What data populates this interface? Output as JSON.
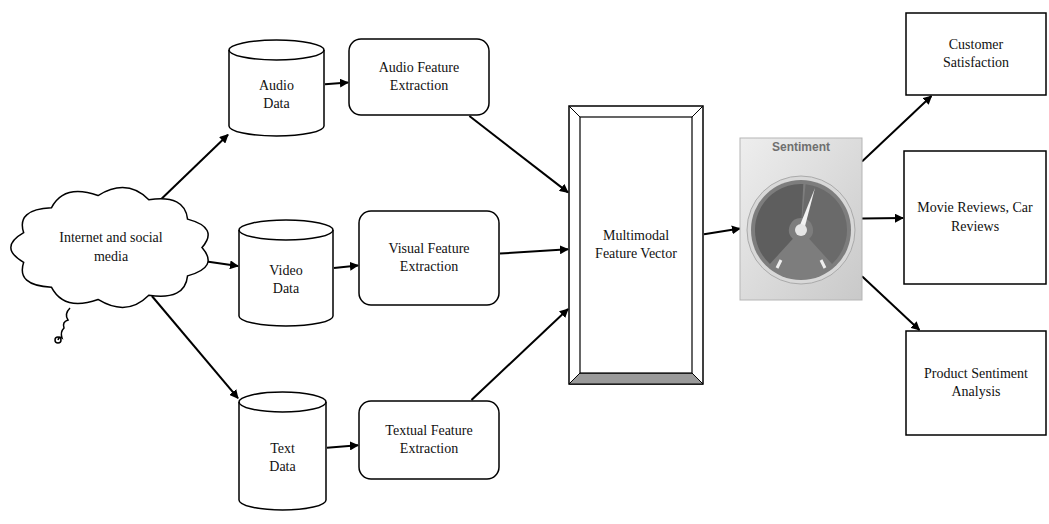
{
  "diagram": {
    "nodes": [
      {
        "text": [
          "Internet and social media"
        ]
      },
      {
        "text": [
          "Audio Data"
        ]
      },
      {
        "text": [
          "Video Data"
        ]
      },
      {
        "text": [
          "Text Data"
        ]
      },
      {
        "text": [
          "Audio Feature Extraction"
        ]
      },
      {
        "text": [
          "Visual Feature Extraction"
        ]
      },
      {
        "text": [
          "Textual Feature Extraction"
        ]
      },
      {
        "text": [
          "Multimodal Feature Vector"
        ]
      },
      {
        "text": [
          "Sentiment"
        ]
      },
      {
        "text": [
          "Customer Satisfaction"
        ]
      },
      {
        "text": [
          "Movie Reviews, Car Reviews"
        ]
      },
      {
        "text": [
          "Product Sentiment Analysis"
        ]
      }
    ],
    "edges": [
      {
        "from": 0,
        "to": 1,
        "arrow": "to"
      },
      {
        "from": 0,
        "to": 2,
        "arrow": "to"
      },
      {
        "from": 0,
        "to": 3,
        "arrow": "to"
      },
      {
        "from": 1,
        "to": 4,
        "arrow": "to"
      },
      {
        "from": 2,
        "to": 5,
        "arrow": "to"
      },
      {
        "from": 3,
        "to": 6,
        "arrow": "to"
      },
      {
        "from": 4,
        "to": 7,
        "arrow": "to"
      },
      {
        "from": 5,
        "to": 7,
        "arrow": "to"
      },
      {
        "from": 6,
        "to": 7,
        "arrow": "to"
      },
      {
        "from": 7,
        "to": 8,
        "arrow": "to"
      },
      {
        "from": 8,
        "to": 9,
        "arrow": "to"
      },
      {
        "from": 8,
        "to": 10,
        "arrow": "to"
      },
      {
        "from": 8,
        "to": 11,
        "arrow": "to"
      }
    ]
  }
}
